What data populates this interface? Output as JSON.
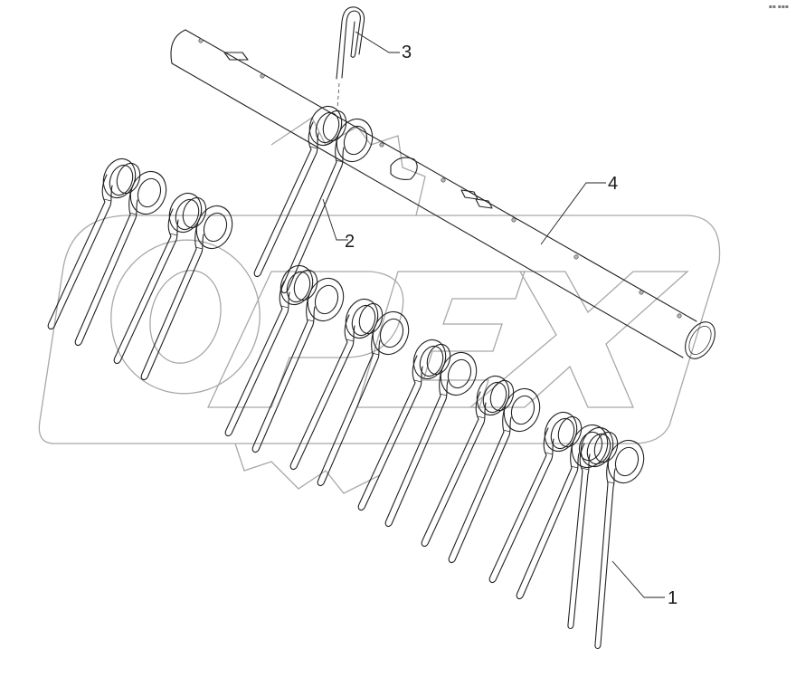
{
  "diagram": {
    "type": "exploded-parts-diagram",
    "subject": "tine bar assembly with double spring tines",
    "watermark_text": "OPEX",
    "corner_mark": "▪▪ ▪▪▪",
    "colors": {
      "line": "#222222",
      "watermark": "#a8a8a8",
      "background": "#ffffff"
    }
  },
  "callouts": [
    {
      "id": "1",
      "label": "1",
      "part": "double spring tine"
    },
    {
      "id": "2",
      "label": "2",
      "part": "double spring tine (mounted)"
    },
    {
      "id": "3",
      "label": "3",
      "part": "retaining clip"
    },
    {
      "id": "4",
      "label": "4",
      "part": "tine tube"
    }
  ],
  "tine_count": 9
}
